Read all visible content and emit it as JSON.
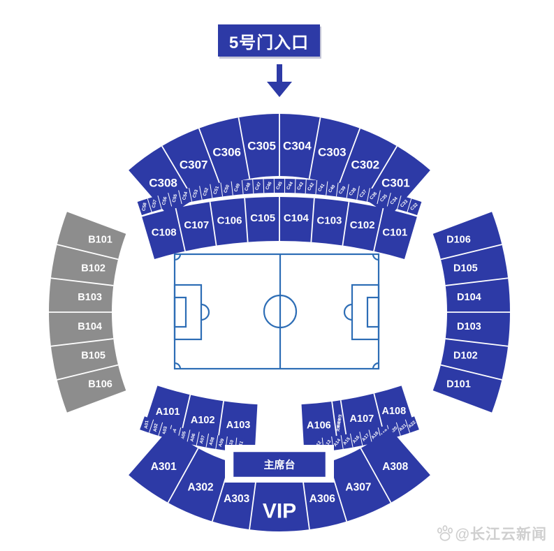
{
  "entrance": {
    "label": "5号门入口"
  },
  "stage_box": {
    "label": "主席台"
  },
  "watermark": {
    "text": "@长江云新闻"
  },
  "colors": {
    "section_blue": "#2d3aa6",
    "section_gray": "#8d8d8d",
    "divider_white": "#ffffff",
    "field_line_blue": "#2d6db5",
    "watermark_gray": "#cfcfcf"
  },
  "sections": {
    "tier3_top": [
      "C308",
      "C307",
      "C306",
      "C305",
      "C304",
      "C303",
      "C302",
      "C301"
    ],
    "tier2_strip": [
      "C58",
      "C57",
      "C56",
      "C55",
      "C54",
      "C53",
      "C52",
      "C51",
      "C50",
      "C49",
      "C48",
      "C47",
      "C46",
      "C45",
      "C44",
      "C43",
      "C42",
      "C41",
      "C40",
      "C39",
      "C38",
      "C37",
      "C36",
      "C35",
      "C34",
      "C33",
      "C32"
    ],
    "tier1_top": [
      "C108",
      "C107",
      "C106",
      "C105",
      "C104",
      "C103",
      "C102",
      "C101"
    ],
    "west": [
      "B101",
      "B102",
      "B103",
      "B104",
      "B105",
      "B106"
    ],
    "east": [
      "D106",
      "D105",
      "D104",
      "D103",
      "D102",
      "D101"
    ],
    "tier1_bottom_left": [
      "A101",
      "A102",
      "A103"
    ],
    "accessible_label": "无障碍席位",
    "tier1_bottom_right": [
      "A106",
      "A107",
      "A108"
    ],
    "strip_bottom_left": [
      "A01",
      "A02",
      "A03",
      "A04",
      "A05",
      "A06",
      "A07",
      "A08",
      "A09",
      "A10",
      "A11"
    ],
    "strip_bottom_right": [
      "A12",
      "A13",
      "A14",
      "A15",
      "A16",
      "A17",
      "A18",
      "A19",
      "A20",
      "A21",
      "A22"
    ],
    "tier3_bottom": [
      "A301",
      "A302",
      "A303",
      "VIP",
      "A306",
      "A307",
      "A308"
    ]
  }
}
